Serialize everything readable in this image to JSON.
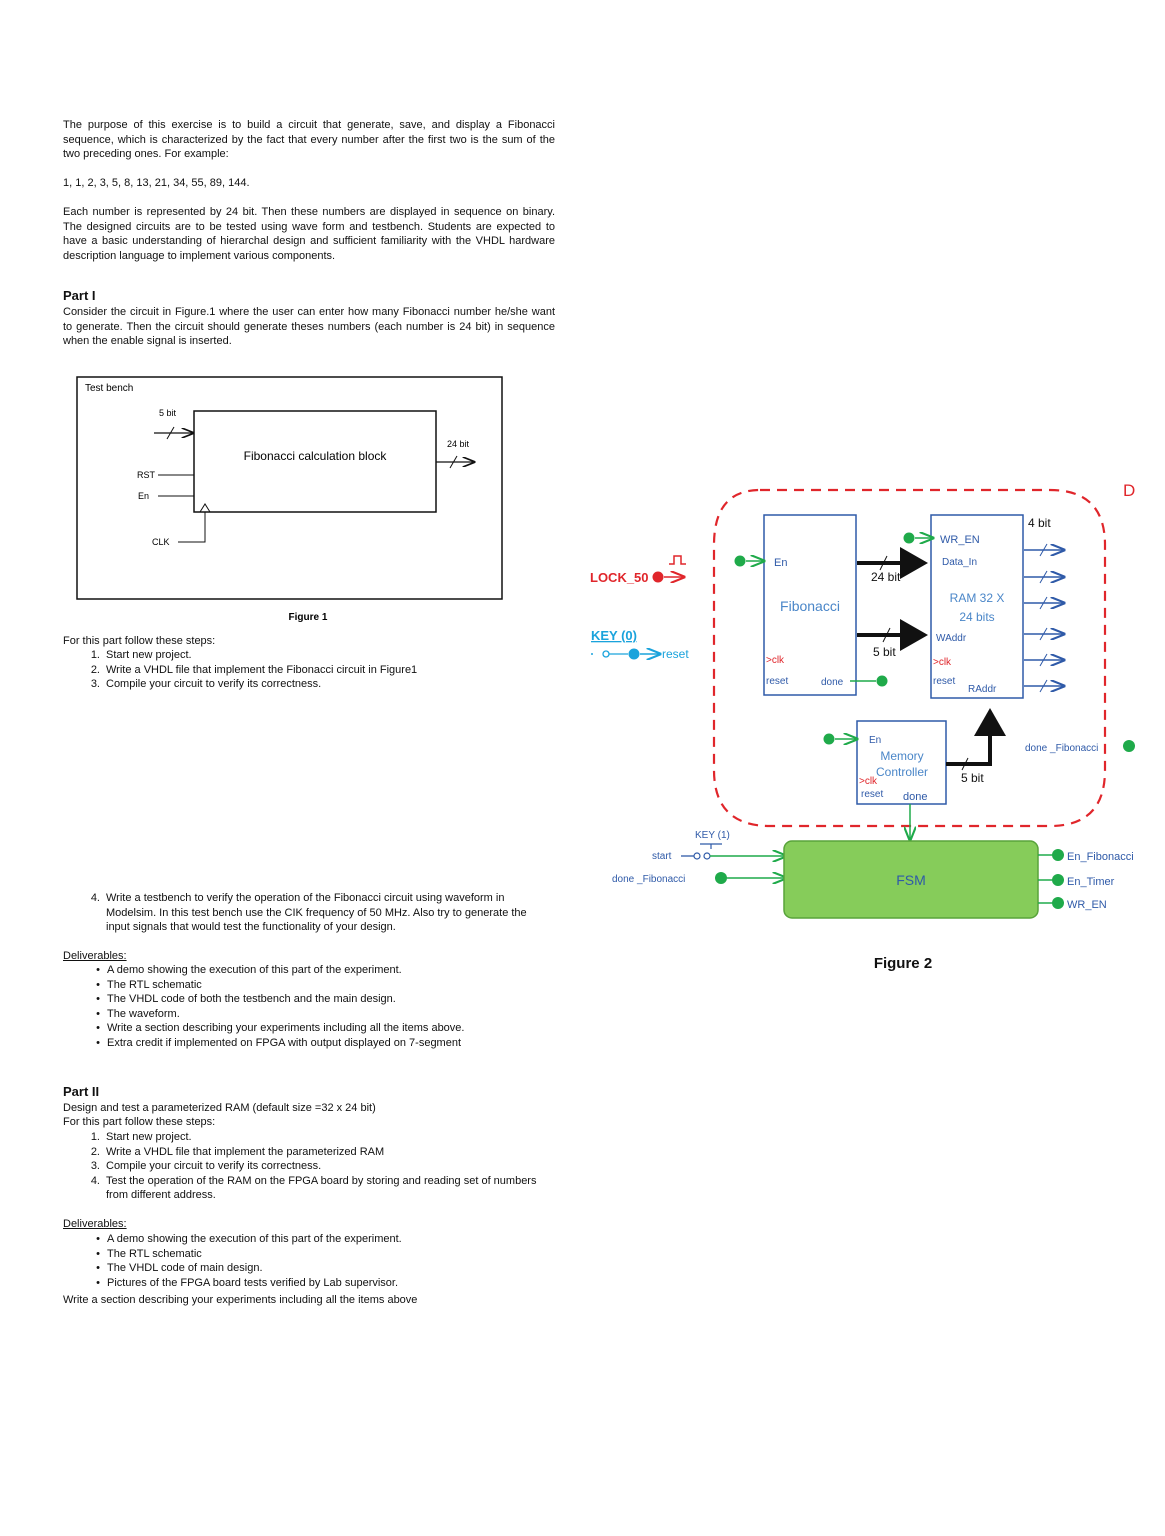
{
  "intro": {
    "p1": "The purpose of this exercise is to build a circuit that generate, save, and display a Fibonacci sequence, which is characterized by the fact that every number after the first two is the sum of the two preceding ones. For example:",
    "sequence": "1, 1, 2, 3, 5, 8, 13, 21, 34, 55, 89, 144.",
    "p2": "Each number is represented by 24 bit. Then these numbers are displayed in sequence on binary. The designed circuits are to be tested using wave form and testbench. Students are expected to have a basic understanding of hierarchal design and sufficient familiarity with the VHDL hardware description language to implement various components."
  },
  "part1": {
    "title": "Part I",
    "desc": "Consider the circuit in Figure.1 where the user can enter how many Fibonacci number he/she want to generate.  Then the circuit should generate theses numbers (each number is 24 bit) in sequence when the enable signal is inserted.",
    "steps_intro": "For this part follow these steps:",
    "steps": [
      {
        "n": "1.",
        "text": "Start new project."
      },
      {
        "n": "2.",
        "text": "Write a VHDL file that implement the Fibonacci circuit in Figure1"
      },
      {
        "n": "3.",
        "text": "Compile your circuit to verify its correctness."
      }
    ],
    "step4": {
      "n": "4.",
      "text": "Write a testbench to verify the operation of the Fibonacci circuit using waveform in Modelsim. In this test bench use the CIK frequency of 50 MHz. Also try to generate the input signals that would test the functionality of your design."
    },
    "deliverables_title": "Deliverables:",
    "deliverables": [
      "A demo showing the execution of this part of the experiment.",
      "The RTL schematic",
      "The VHDL code of both the testbench and the main design.",
      "The waveform.",
      "Write a section describing your experiments including all the items above.",
      "Extra credit if implemented on FPGA with output displayed on 7-segment"
    ]
  },
  "figure1": {
    "frame_label": "Test bench",
    "block_label": "Fibonacci calculation block",
    "in_width": "5 bit",
    "out_width": "24 bit",
    "rst": "RST",
    "en": "En",
    "clk": "CLK",
    "caption": "Figure 1"
  },
  "figure2": {
    "corner_letter": "D",
    "clock": "LOCK_50",
    "key0": "KEY (0)",
    "reset": "reset",
    "fib": {
      "en": "En",
      "name": "Fibonacci",
      "clk": ">clk",
      "reset": "reset",
      "done": "done"
    },
    "bus24": "24 bit",
    "bus5": "5 bit",
    "bus4": "4 bit",
    "ram": {
      "wr_en": "WR_EN",
      "data_in": "Data_In",
      "name1": "RAM 32 X",
      "name2": "24 bits",
      "waddr": "WAddr",
      "clk": ">clk",
      "reset": "reset",
      "raddr": "RAddr"
    },
    "mem": {
      "en": "En",
      "name1": "Memory",
      "name2": "Controller",
      "clk": ">clk",
      "reset": "reset",
      "done": "done",
      "bus": "5 bit"
    },
    "done_fib_right": "done _Fibonacci",
    "key1": "KEY (1)",
    "start": "start",
    "done_fib_left": "done _Fibonacci",
    "fsm": "FSM",
    "outputs": [
      "En_Fibonacci",
      "En_Timer",
      "WR_EN"
    ],
    "caption": "Figure 2"
  },
  "part2": {
    "title": "Part II",
    "desc1": "Design and test a parameterized RAM (default size =32 x 24 bit)",
    "desc2": "For this part follow these steps:",
    "steps": [
      {
        "n": "1.",
        "text": "Start new project."
      },
      {
        "n": "2.",
        "text": "Write a VHDL file that implement the parameterized RAM"
      },
      {
        "n": "3.",
        "text": "Compile your circuit to verify its correctness."
      },
      {
        "n": "4.",
        "text": " Test the operation of the RAM on the FPGA board by storing and reading set of numbers from different address."
      }
    ],
    "deliverables_title": "Deliverables:",
    "deliverables": [
      "A demo showing the execution of this part of the experiment.",
      "The RTL schematic",
      "The VHDL code of main design.",
      "Pictures of the FPGA board tests verified by Lab supervisor."
    ],
    "closing": "Write a section describing your experiments including all the items above"
  }
}
